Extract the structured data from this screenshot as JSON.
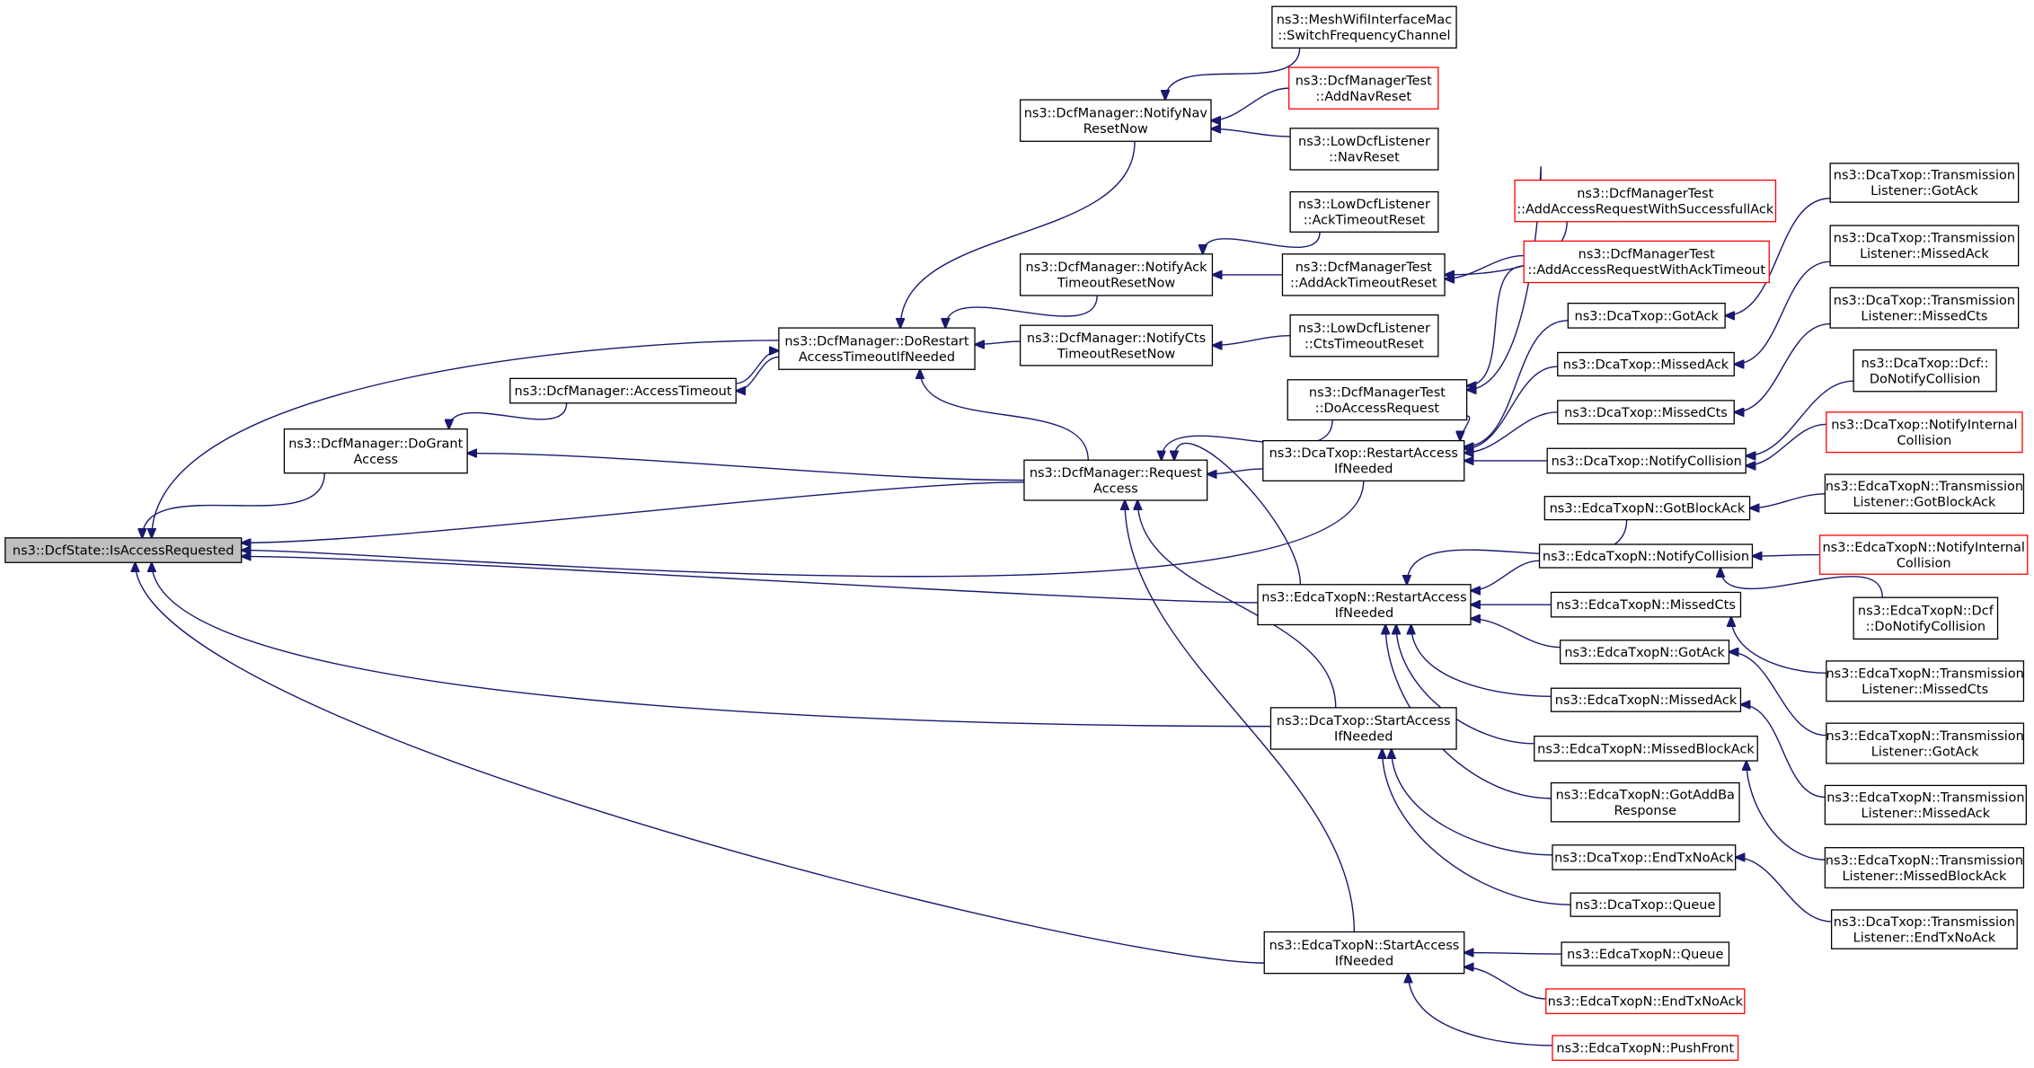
{
  "colors": {
    "edge": "#191970",
    "highlight_fill": "#bfbfbf",
    "missing_border": "#ff0000",
    "border": "#000000"
  },
  "nodes": [
    {
      "id": "n0",
      "lines": [
        "ns3::DcfState::IsAccessRequested"
      ],
      "style": "root"
    },
    {
      "id": "n1",
      "lines": [
        "ns3::DcfManager::DoGrant",
        "Access"
      ],
      "style": "normal"
    },
    {
      "id": "n2",
      "lines": [
        "ns3::DcfManager::AccessTimeout"
      ],
      "style": "normal"
    },
    {
      "id": "n3",
      "lines": [
        "ns3::DcfManager::DoRestart",
        "AccessTimeoutIfNeeded"
      ],
      "style": "normal"
    },
    {
      "id": "n4",
      "lines": [
        "ns3::DcfManager::NotifyNav",
        "ResetNow"
      ],
      "style": "normal"
    },
    {
      "id": "n5",
      "lines": [
        "ns3::MeshWifiInterfaceMac",
        "::SwitchFrequencyChannel"
      ],
      "style": "normal"
    },
    {
      "id": "n6",
      "lines": [
        "ns3::DcfManagerTest",
        "::AddNavReset"
      ],
      "style": "red"
    },
    {
      "id": "n7",
      "lines": [
        "ns3::LowDcfListener",
        "::NavReset"
      ],
      "style": "normal"
    },
    {
      "id": "n8",
      "lines": [
        "ns3::DcfManager::NotifyAck",
        "TimeoutResetNow"
      ],
      "style": "normal"
    },
    {
      "id": "n9",
      "lines": [
        "ns3::LowDcfListener",
        "::AckTimeoutReset"
      ],
      "style": "normal"
    },
    {
      "id": "n10",
      "lines": [
        "ns3::DcfManagerTest",
        "::AddAckTimeoutReset"
      ],
      "style": "normal"
    },
    {
      "id": "n11",
      "lines": [
        "ns3::DcfManagerTest",
        "::AddAccessRequestWithSuccessfullAck"
      ],
      "style": "red"
    },
    {
      "id": "n12",
      "lines": [
        "ns3::DcfManagerTest",
        "::AddAccessRequestWithAckTimeout"
      ],
      "style": "red"
    },
    {
      "id": "n13",
      "lines": [
        "ns3::DcfManager::NotifyCts",
        "TimeoutResetNow"
      ],
      "style": "normal"
    },
    {
      "id": "n14",
      "lines": [
        "ns3::LowDcfListener",
        "::CtsTimeoutReset"
      ],
      "style": "normal"
    },
    {
      "id": "n15",
      "lines": [
        "ns3::DcfManager::Request",
        "Access"
      ],
      "style": "normal"
    },
    {
      "id": "n16",
      "lines": [
        "ns3::DcfManagerTest",
        "::DoAccessRequest"
      ],
      "style": "normal"
    },
    {
      "id": "n17",
      "lines": [
        "ns3::DcaTxop::RestartAccess",
        "IfNeeded"
      ],
      "style": "normal"
    },
    {
      "id": "n18",
      "lines": [
        "ns3::DcaTxop::GotAck"
      ],
      "style": "normal"
    },
    {
      "id": "n19",
      "lines": [
        "ns3::DcaTxop::Transmission",
        "Listener::GotAck"
      ],
      "style": "normal"
    },
    {
      "id": "n20",
      "lines": [
        "ns3::DcaTxop::MissedAck"
      ],
      "style": "normal"
    },
    {
      "id": "n21",
      "lines": [
        "ns3::DcaTxop::Transmission",
        "Listener::MissedAck"
      ],
      "style": "normal"
    },
    {
      "id": "n22",
      "lines": [
        "ns3::DcaTxop::MissedCts"
      ],
      "style": "normal"
    },
    {
      "id": "n23",
      "lines": [
        "ns3::DcaTxop::Transmission",
        "Listener::MissedCts"
      ],
      "style": "normal"
    },
    {
      "id": "n24",
      "lines": [
        "ns3::DcaTxop::NotifyCollision"
      ],
      "style": "normal"
    },
    {
      "id": "n25",
      "lines": [
        "ns3::DcaTxop::Dcf::",
        "DoNotifyCollision"
      ],
      "style": "normal"
    },
    {
      "id": "n26",
      "lines": [
        "ns3::DcaTxop::NotifyInternal",
        "Collision"
      ],
      "style": "red"
    },
    {
      "id": "n27",
      "lines": [
        "ns3::EdcaTxopN::RestartAccess",
        "IfNeeded"
      ],
      "style": "normal"
    },
    {
      "id": "n28",
      "lines": [
        "ns3::EdcaTxopN::GotBlockAck"
      ],
      "style": "normal"
    },
    {
      "id": "n29",
      "lines": [
        "ns3::EdcaTxopN::Transmission",
        "Listener::GotBlockAck"
      ],
      "style": "normal"
    },
    {
      "id": "n30",
      "lines": [
        "ns3::EdcaTxopN::NotifyCollision"
      ],
      "style": "normal"
    },
    {
      "id": "n31",
      "lines": [
        "ns3::EdcaTxopN::NotifyInternal",
        "Collision"
      ],
      "style": "red"
    },
    {
      "id": "n32",
      "lines": [
        "ns3::EdcaTxopN::Dcf",
        "::DoNotifyCollision"
      ],
      "style": "normal"
    },
    {
      "id": "n33",
      "lines": [
        "ns3::EdcaTxopN::MissedCts"
      ],
      "style": "normal"
    },
    {
      "id": "n34",
      "lines": [
        "ns3::EdcaTxopN::Transmission",
        "Listener::MissedCts"
      ],
      "style": "normal"
    },
    {
      "id": "n35",
      "lines": [
        "ns3::EdcaTxopN::GotAck"
      ],
      "style": "normal"
    },
    {
      "id": "n36",
      "lines": [
        "ns3::EdcaTxopN::Transmission",
        "Listener::GotAck"
      ],
      "style": "normal"
    },
    {
      "id": "n37",
      "lines": [
        "ns3::EdcaTxopN::MissedAck"
      ],
      "style": "normal"
    },
    {
      "id": "n38",
      "lines": [
        "ns3::EdcaTxopN::Transmission",
        "Listener::MissedAck"
      ],
      "style": "normal"
    },
    {
      "id": "n39",
      "lines": [
        "ns3::EdcaTxopN::MissedBlockAck"
      ],
      "style": "normal"
    },
    {
      "id": "n40",
      "lines": [
        "ns3::EdcaTxopN::Transmission",
        "Listener::MissedBlockAck"
      ],
      "style": "normal"
    },
    {
      "id": "n41",
      "lines": [
        "ns3::EdcaTxopN::GotAddBa",
        "Response"
      ],
      "style": "normal"
    },
    {
      "id": "n42",
      "lines": [
        "ns3::DcaTxop::StartAccess",
        "IfNeeded"
      ],
      "style": "normal"
    },
    {
      "id": "n43",
      "lines": [
        "ns3::DcaTxop::EndTxNoAck"
      ],
      "style": "normal"
    },
    {
      "id": "n44",
      "lines": [
        "ns3::DcaTxop::Transmission",
        "Listener::EndTxNoAck"
      ],
      "style": "normal"
    },
    {
      "id": "n45",
      "lines": [
        "ns3::DcaTxop::Queue"
      ],
      "style": "normal"
    },
    {
      "id": "n46",
      "lines": [
        "ns3::EdcaTxopN::StartAccess",
        "IfNeeded"
      ],
      "style": "normal"
    },
    {
      "id": "n47",
      "lines": [
        "ns3::EdcaTxopN::Queue"
      ],
      "style": "normal"
    },
    {
      "id": "n48",
      "lines": [
        "ns3::EdcaTxopN::EndTxNoAck"
      ],
      "style": "red"
    },
    {
      "id": "n49",
      "lines": [
        "ns3::EdcaTxopN::PushFront"
      ],
      "style": "red"
    }
  ],
  "edges": [
    [
      "n0",
      "n1"
    ],
    [
      "n0",
      "n3"
    ],
    [
      "n0",
      "n15"
    ],
    [
      "n0",
      "n17"
    ],
    [
      "n0",
      "n27"
    ],
    [
      "n0",
      "n42"
    ],
    [
      "n0",
      "n46"
    ],
    [
      "n1",
      "n2"
    ],
    [
      "n1",
      "n15"
    ],
    [
      "n2",
      "n3"
    ],
    [
      "n3",
      "n2"
    ],
    [
      "n3",
      "n4"
    ],
    [
      "n3",
      "n8"
    ],
    [
      "n3",
      "n13"
    ],
    [
      "n3",
      "n15"
    ],
    [
      "n4",
      "n5"
    ],
    [
      "n4",
      "n6"
    ],
    [
      "n4",
      "n7"
    ],
    [
      "n8",
      "n9"
    ],
    [
      "n8",
      "n10"
    ],
    [
      "n10",
      "n11"
    ],
    [
      "n10",
      "n12"
    ],
    [
      "n13",
      "n14"
    ],
    [
      "n15",
      "n16"
    ],
    [
      "n15",
      "n17"
    ],
    [
      "n15",
      "n27"
    ],
    [
      "n15",
      "n42"
    ],
    [
      "n15",
      "n46"
    ],
    [
      "n16",
      "n11"
    ],
    [
      "n16",
      "n12"
    ],
    [
      "n17",
      "n16"
    ],
    [
      "n17",
      "n18"
    ],
    [
      "n17",
      "n20"
    ],
    [
      "n17",
      "n22"
    ],
    [
      "n17",
      "n24"
    ],
    [
      "n18",
      "n19"
    ],
    [
      "n20",
      "n21"
    ],
    [
      "n22",
      "n23"
    ],
    [
      "n24",
      "n25"
    ],
    [
      "n24",
      "n26"
    ],
    [
      "n27",
      "n28"
    ],
    [
      "n27",
      "n30"
    ],
    [
      "n27",
      "n33"
    ],
    [
      "n27",
      "n35"
    ],
    [
      "n27",
      "n37"
    ],
    [
      "n27",
      "n39"
    ],
    [
      "n27",
      "n41"
    ],
    [
      "n28",
      "n29"
    ],
    [
      "n30",
      "n31"
    ],
    [
      "n30",
      "n32"
    ],
    [
      "n33",
      "n34"
    ],
    [
      "n35",
      "n36"
    ],
    [
      "n37",
      "n38"
    ],
    [
      "n39",
      "n40"
    ],
    [
      "n42",
      "n43"
    ],
    [
      "n42",
      "n45"
    ],
    [
      "n43",
      "n44"
    ],
    [
      "n46",
      "n47"
    ],
    [
      "n46",
      "n48"
    ],
    [
      "n46",
      "n49"
    ]
  ]
}
